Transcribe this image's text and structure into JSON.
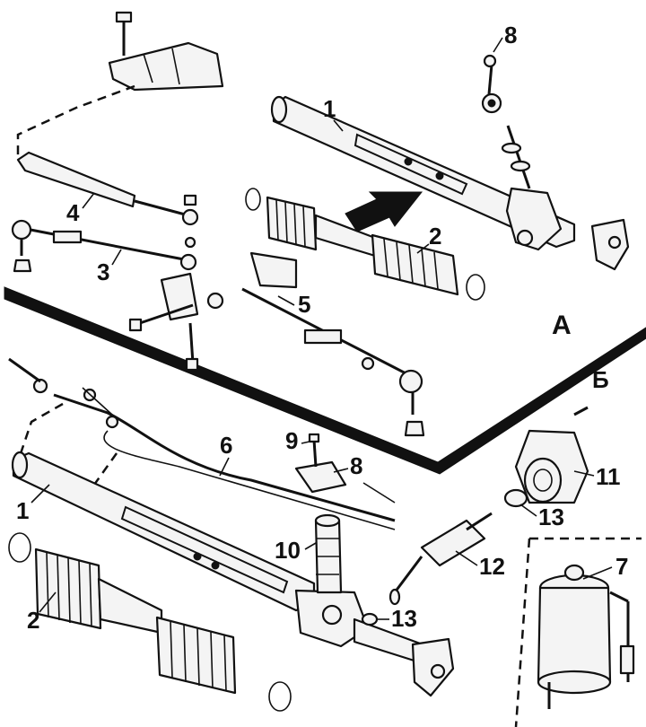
{
  "sections": {
    "upper": "А",
    "lower": "Б"
  },
  "callouts": {
    "upper": [
      "1",
      "2",
      "3",
      "4",
      "5",
      "8"
    ],
    "lower": [
      "1",
      "2",
      "6",
      "7",
      "8",
      "9",
      "10",
      "11",
      "12",
      "13",
      "13"
    ]
  },
  "colors": {
    "ink": "#111111",
    "paper": "#ffffff"
  }
}
